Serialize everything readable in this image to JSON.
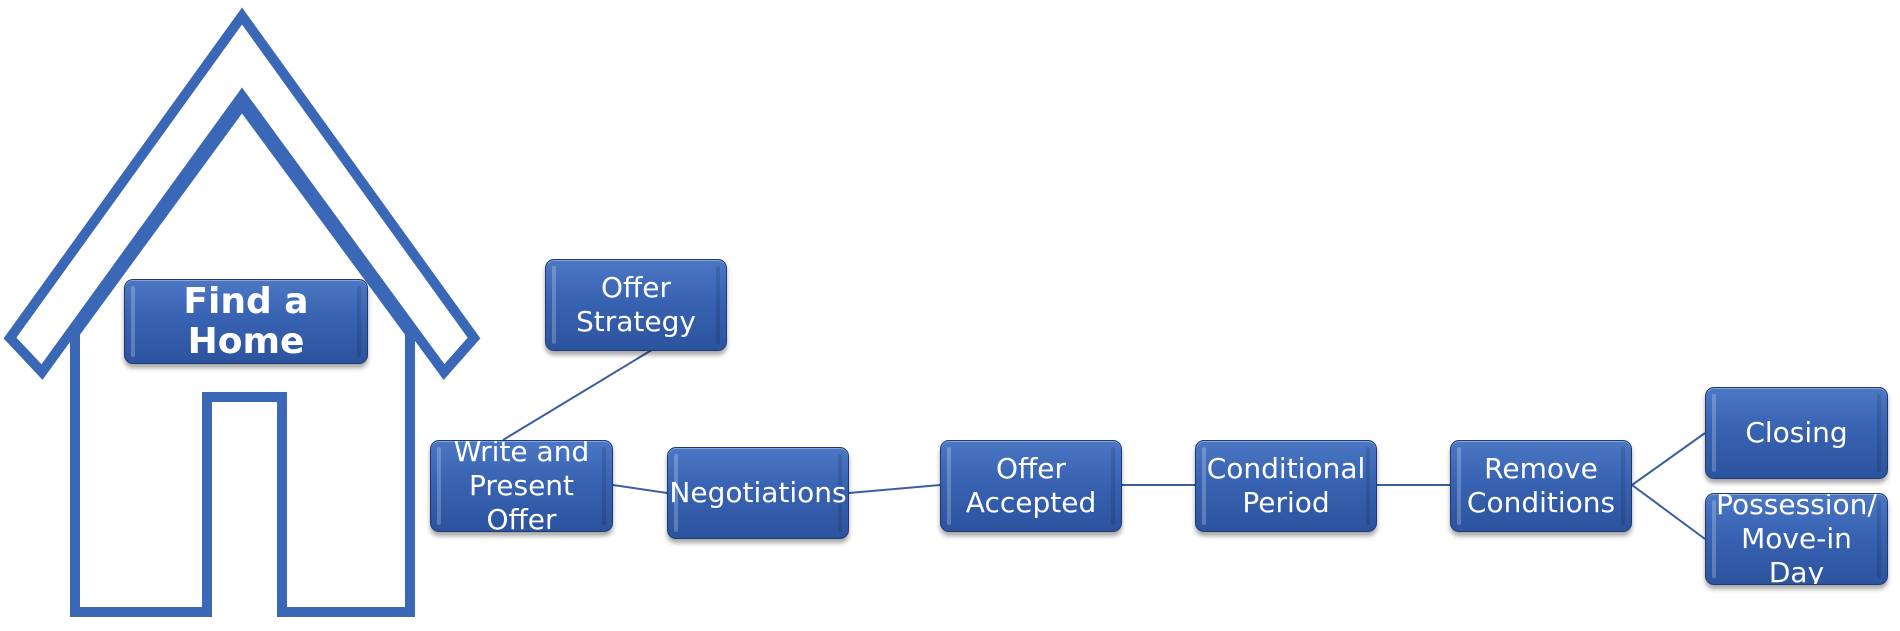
{
  "colors": {
    "house_outline": "#3a67b6",
    "box_fill": "#3863b2",
    "box_border": "#1f3a73",
    "connector": "#3a5f9e",
    "text": "#ffffff"
  },
  "icons": {
    "house": "house-outline-icon"
  },
  "steps": [
    {
      "id": "find-home",
      "label": "Find a Home"
    },
    {
      "id": "offer-strategy",
      "label": "Offer\nStrategy"
    },
    {
      "id": "write-present-offer",
      "label": "Write and\nPresent Offer"
    },
    {
      "id": "negotiations",
      "label": "Negotiations"
    },
    {
      "id": "offer-accepted",
      "label": "Offer\nAccepted"
    },
    {
      "id": "conditional-period",
      "label": "Conditional\nPeriod"
    },
    {
      "id": "remove-conditions",
      "label": "Remove\nConditions"
    },
    {
      "id": "closing",
      "label": "Closing"
    },
    {
      "id": "possession-move-in",
      "label": "Possession/\nMove-in Day"
    }
  ],
  "connections": [
    {
      "from": "write-present-offer",
      "to": "offer-strategy"
    },
    {
      "from": "write-present-offer",
      "to": "negotiations"
    },
    {
      "from": "negotiations",
      "to": "offer-accepted"
    },
    {
      "from": "offer-accepted",
      "to": "conditional-period"
    },
    {
      "from": "conditional-period",
      "to": "remove-conditions"
    },
    {
      "from": "remove-conditions",
      "to": "closing"
    },
    {
      "from": "remove-conditions",
      "to": "possession-move-in"
    }
  ]
}
